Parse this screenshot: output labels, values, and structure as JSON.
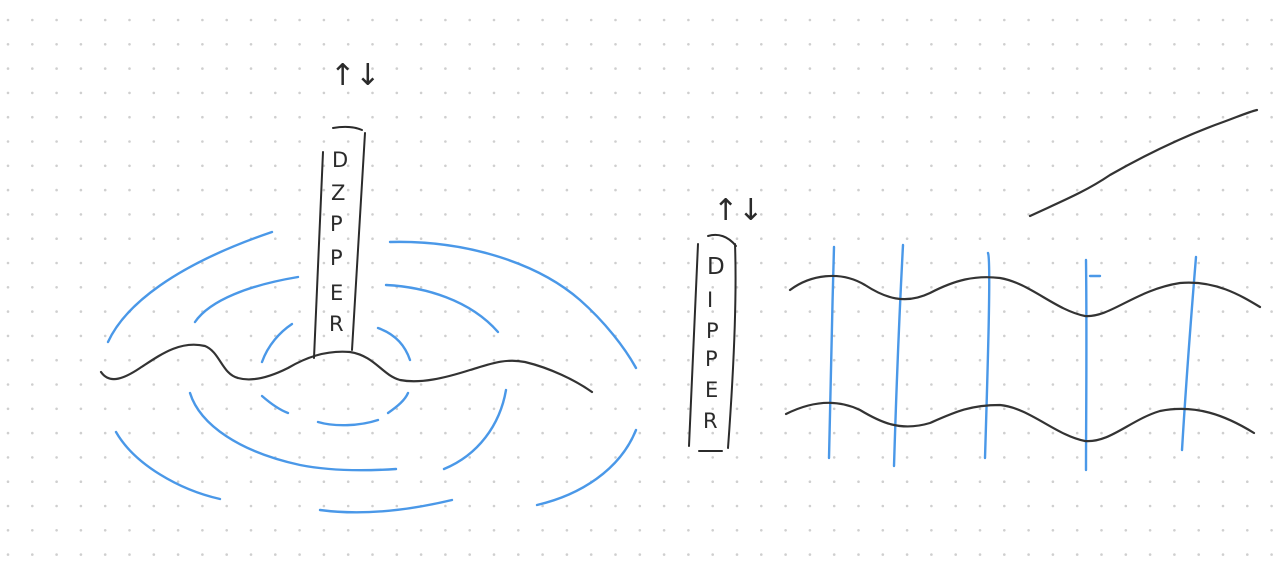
{
  "colors": {
    "background": "#ffffff",
    "grid_dot": "#cfcfcf",
    "ink": "#2b2b2b",
    "wave_blue": "#4a98e8"
  },
  "left_sketch": {
    "arrows": "↑↓",
    "dipper_letters": [
      "D",
      "Z",
      "P",
      "P",
      "E",
      "R"
    ]
  },
  "right_sketch": {
    "arrows": "↑↓",
    "dipper_letters": [
      "D",
      "I",
      "P",
      "P",
      "E",
      "R"
    ]
  }
}
